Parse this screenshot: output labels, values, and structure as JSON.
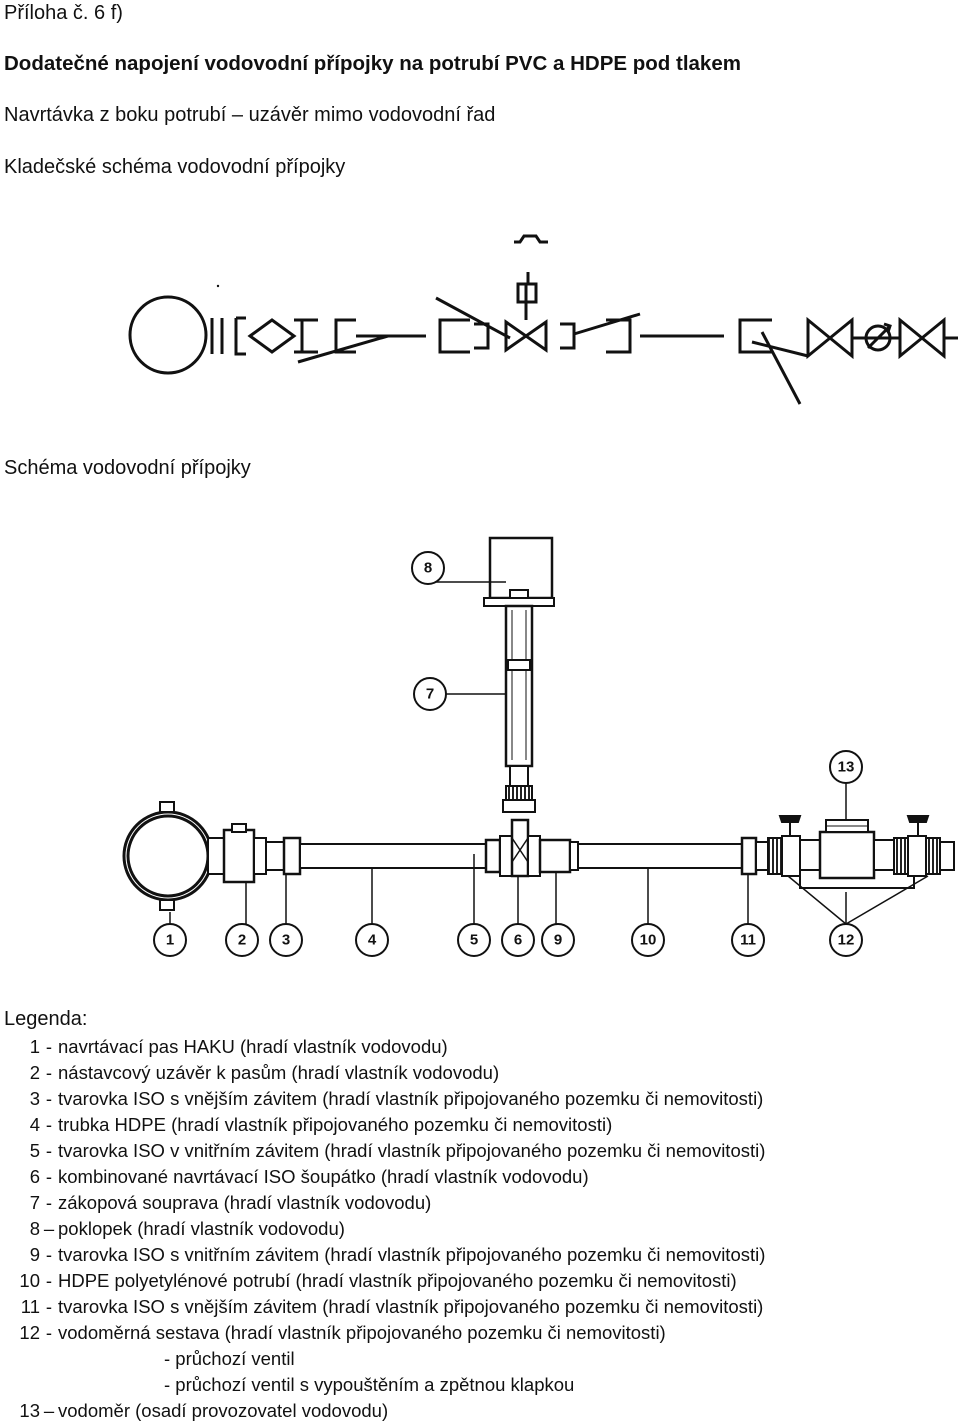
{
  "annex_label": "Příloha č. 6 f)",
  "title": "Dodatečné napojení vodovodní přípojky na potrubí PVC a HDPE pod tlakem",
  "subtitle_drilling": "Navrtávka z boku potrubí – uzávěr mimo vodovodní řad",
  "subtitle_layer_scheme": "Kladečské schéma vodovodní přípojky",
  "subtitle_scheme": "Schéma vodovodní přípojky",
  "badges": {
    "b1": "1",
    "b2": "2",
    "b3": "3",
    "b4": "4",
    "b5": "5",
    "b6": "6",
    "b7": "7",
    "b8": "8",
    "b9": "9",
    "b10": "10",
    "b11": "11",
    "b12": "12",
    "b13": "13"
  },
  "legend": {
    "heading": "Legenda:",
    "items": [
      {
        "num": "1",
        "sep": "-",
        "text": "navrtávací pas HAKU (hradí vlastník vodovodu)"
      },
      {
        "num": "2",
        "sep": "-",
        "text": "nástavcový uzávěr k pasům (hradí vlastník vodovodu)"
      },
      {
        "num": "3",
        "sep": "-",
        "text": "tvarovka ISO s vnějším závitem (hradí vlastník připojovaného pozemku či nemovitosti)"
      },
      {
        "num": "4",
        "sep": "-",
        "text": "trubka HDPE (hradí vlastník připojovaného pozemku či nemovitosti)"
      },
      {
        "num": "5",
        "sep": "-",
        "text": "tvarovka ISO v vnitřním závitem (hradí vlastník připojovaného pozemku či nemovitosti)"
      },
      {
        "num": "6",
        "sep": "-",
        "text": "kombinované navrtávací ISO šoupátko (hradí vlastník vodovodu)"
      },
      {
        "num": "7",
        "sep": "-",
        "text": "zákopová souprava (hradí vlastník vodovodu)"
      },
      {
        "num": "8",
        "sep": "–",
        "text": "poklopek (hradí vlastník vodovodu)"
      },
      {
        "num": "9",
        "sep": "-",
        "text": "tvarovka ISO s vnitřním závitem (hradí vlastník připojovaného pozemku či nemovitosti)"
      },
      {
        "num": "10",
        "sep": "-",
        "text": "HDPE polyetylénové potrubí (hradí vlastník připojovaného pozemku či nemovitosti)"
      },
      {
        "num": "11",
        "sep": "-",
        "text": "tvarovka ISO s vnějším závitem (hradí vlastník připojovaného pozemku či nemovitosti)"
      },
      {
        "num": "12",
        "sep": "-",
        "text": "vodoměrná sestava (hradí vlastník připojovaného pozemku či nemovitosti)"
      }
    ],
    "sub_items": [
      "- průchozí ventil",
      "- průchozí ventil s vypouštěním a zpětnou klapkou"
    ],
    "last_item": {
      "num": "13",
      "sep": "–",
      "text": "vodoměr (osadí provozovatel vodovodu)"
    }
  },
  "colors": {
    "ink": "#111111",
    "paper": "#ffffff",
    "mid_gray": "#bdbdbd"
  }
}
